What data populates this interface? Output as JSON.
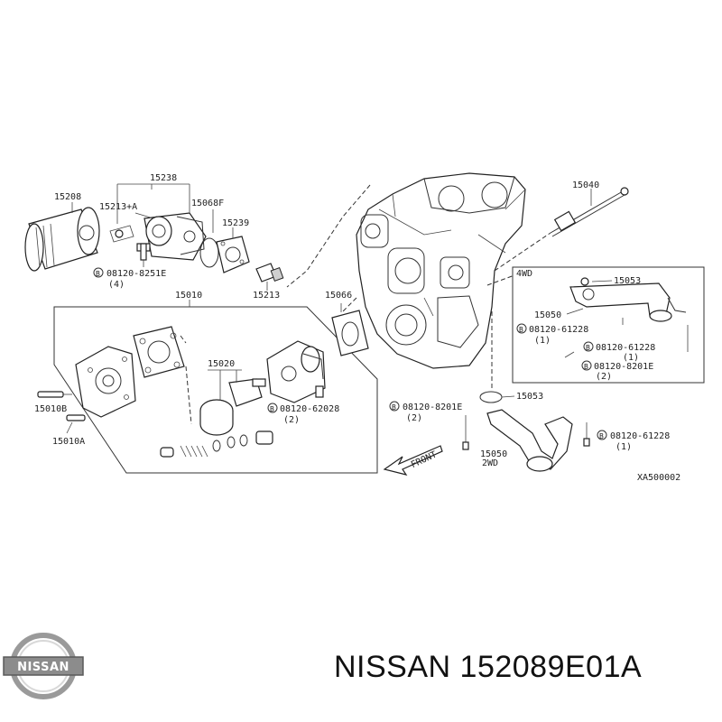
{
  "labels": {
    "p15238": "15238",
    "p15208": "15208",
    "p15213A": "15213+A",
    "p15068F": "15068F",
    "p15239": "15239",
    "p15213": "15213",
    "b8251E_top": "08120-8251E",
    "b8251E_top_qty": "(4)",
    "p15010": "15010",
    "p15066": "15066",
    "p15020": "15020",
    "p15010B": "15010B",
    "p15010A": "15010A",
    "b62028": "08120-62028",
    "b62028_qty": "(2)",
    "p15040": "15040",
    "wd4": "4WD",
    "p15053_a": "15053",
    "p15050_a": "15050",
    "b61228_a": "08120-61228",
    "b61228_a_qty": "(1)",
    "b61228_b": "08120-61228",
    "b61228_b_qty": "(1)",
    "b8201E_a": "08120-8201E",
    "b8201E_a_qty": "(2)",
    "p15053_b": "15053",
    "b8201E_b": "08120-8201E",
    "b8201E_b_qty": "(2)",
    "b61228_c": "08120-61228",
    "b61228_c_qty": "(1)",
    "p15050_b": "15050",
    "wd2": "2WD",
    "front": "FRONT",
    "ref": "XA500002",
    "bolt_marker": "B"
  },
  "brand": {
    "logo_text": "NISSAN",
    "caption": "NISSAN 152089E01A"
  }
}
